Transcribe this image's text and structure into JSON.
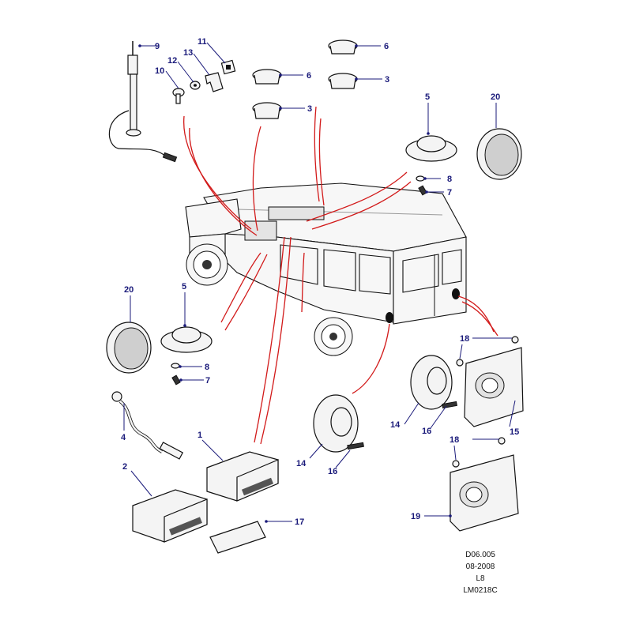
{
  "callouts": [
    "1",
    "2",
    "3",
    "3",
    "4",
    "5",
    "5",
    "6",
    "6",
    "7",
    "7",
    "8",
    "8",
    "9",
    "10",
    "11",
    "12",
    "13",
    "14",
    "14",
    "15",
    "16",
    "16",
    "17",
    "18",
    "18",
    "19",
    "20",
    "20"
  ],
  "reference": {
    "line1": "D06.005",
    "line2": "08-2008",
    "line3": "L8",
    "line4": "LM0218C"
  },
  "colors": {
    "wire": "#d21a1a",
    "callout": "#1a1a7a",
    "outline": "#111111"
  }
}
